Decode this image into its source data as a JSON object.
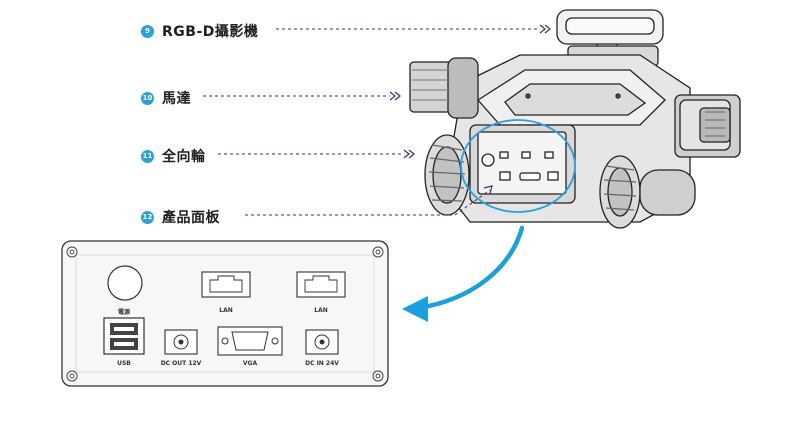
{
  "callouts": [
    {
      "number": "9",
      "label": "RGB-D攝影機"
    },
    {
      "number": "10",
      "label": "馬達"
    },
    {
      "number": "11",
      "label": "全向輪"
    },
    {
      "number": "12",
      "label": "產品面板"
    }
  ],
  "panel": {
    "power_label": "電源",
    "lan1_label": "LAN",
    "lan2_label": "LAN",
    "usb_label": "USB",
    "dc_out_label": "DC OUT 12V",
    "vga_label": "VGA",
    "dc_in_label": "DC IN 24V"
  },
  "colors": {
    "accent": "#2b9fe0",
    "arrow": "#1aa0dc",
    "leader": "#2a3a7a"
  }
}
